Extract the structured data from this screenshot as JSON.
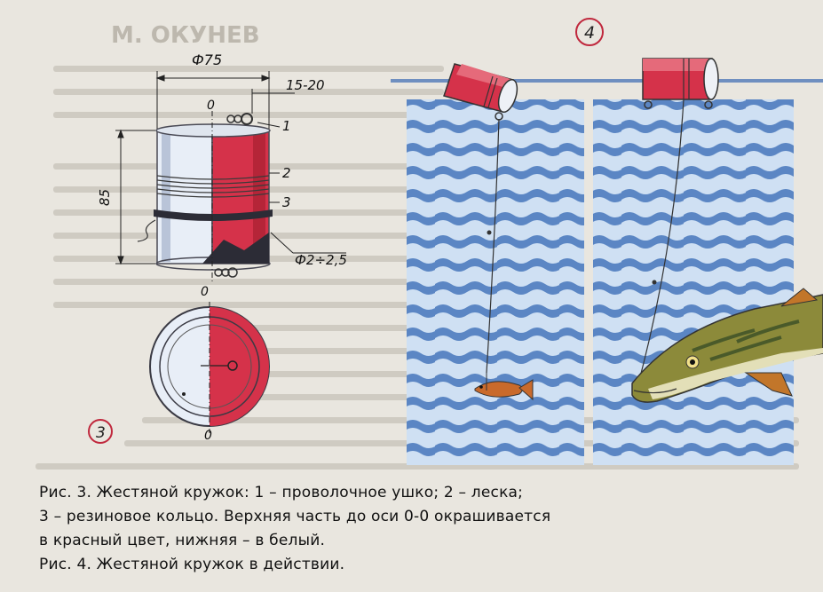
{
  "author": "М. ОКУНЕВ",
  "fig3": {
    "diameter": "Ф75",
    "ear_offset": "15-20",
    "height": "85",
    "hole_diameter": "Ф2÷2,5",
    "axis_mark": "0",
    "callout_1": "1",
    "callout_2": "2",
    "callout_3": "3",
    "badge": "3"
  },
  "fig4": {
    "badge": "4"
  },
  "colors": {
    "red": "#d5324a",
    "water": "#5b86c4",
    "water_light": "#c9dcf1",
    "paper": "#e9e6df"
  },
  "caption": {
    "line1": "Рис. 3. Жестяной кружок: 1 – проволочное ушко; 2 – леска;",
    "line2": "3 – резиновое кольцо. Верхняя часть до оси 0-0 окрашивается",
    "line3": "в красный цвет, нижняя – в белый.",
    "line4": "Рис. 4. Жестяной кружок в действии."
  }
}
